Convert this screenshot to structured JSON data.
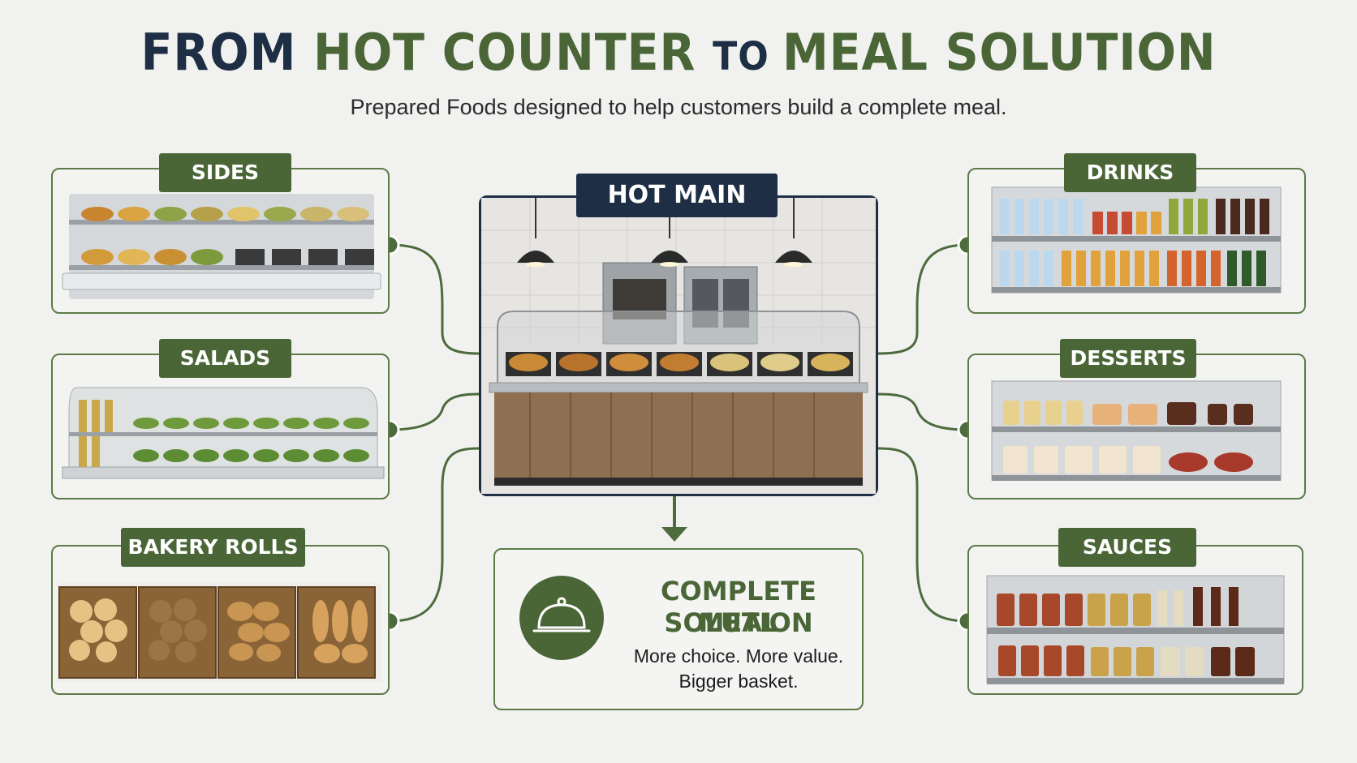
{
  "header": {
    "title_part1": "FROM ",
    "title_part2": "HOT COUNTER ",
    "title_part3": "TO ",
    "title_part4": "MEAL SOLUTION",
    "subtitle": "Prepared Foods designed to help customers build a complete meal."
  },
  "hub": {
    "label": "HOT MAIN"
  },
  "categories": {
    "sides": "SIDES",
    "salads": "SALADS",
    "bakery": "BAKERY ROLLS",
    "drinks": "DRINKS",
    "desserts": "DESSERTS",
    "sauces": "SAUCES"
  },
  "meal": {
    "title_line1": "COMPLETE MEAL",
    "title_line2": "SOLUTION",
    "tagline_line1": "More choice. More value.",
    "tagline_line2": "Bigger basket.",
    "icon": "cloche-icon"
  },
  "colors": {
    "navy": "#1e2f45",
    "green": "#4a6637",
    "background": "#f1f2f0"
  }
}
